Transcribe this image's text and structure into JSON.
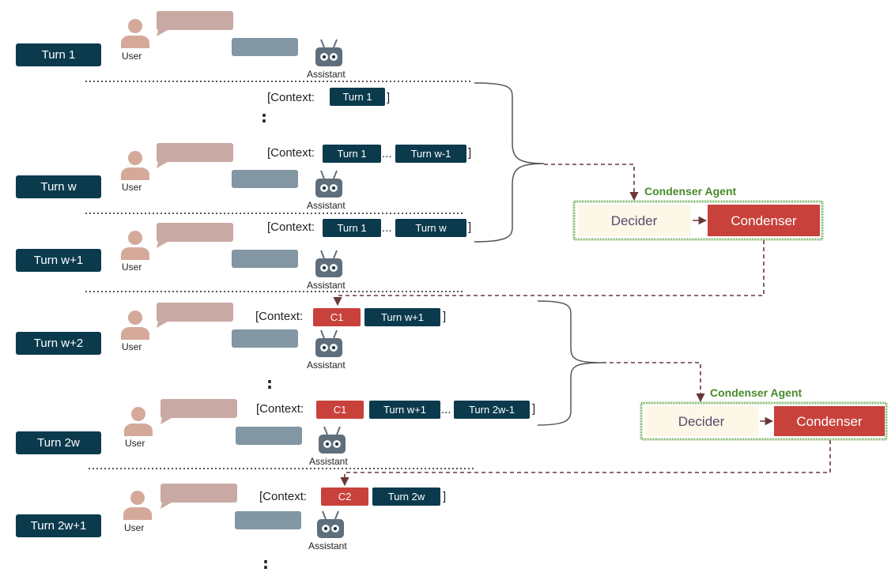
{
  "colors": {
    "navy": "#0b3a4d",
    "red": "#c8413b",
    "user_bubble": "#c9a9a3",
    "assistant_bubble": "#8296a3",
    "person": "#d4a99a",
    "robot": "#5f6e7b",
    "decider_fill": "#fdf7e8",
    "agent_border": "#6aa84f",
    "arrow": "#6b3838"
  },
  "labels": {
    "user": "User",
    "assistant": "Assistant",
    "context_open": "[Context:",
    "context_close": "]",
    "ellipsis": "...",
    "vdots": ":"
  },
  "turns": [
    {
      "label": "Turn 1"
    },
    {
      "label": "Turn w"
    },
    {
      "label": "Turn w+1"
    },
    {
      "label": "Turn w+2"
    },
    {
      "label": "Turn 2w"
    },
    {
      "label": "Turn 2w+1"
    }
  ],
  "contexts": [
    {
      "chips": [
        {
          "text": "Turn 1",
          "kind": "navy"
        }
      ]
    },
    {
      "chips": [
        {
          "text": "Turn 1",
          "kind": "navy"
        },
        {
          "text": "Turn w-1",
          "kind": "navy"
        }
      ]
    },
    {
      "chips": [
        {
          "text": "Turn 1",
          "kind": "navy"
        },
        {
          "text": "Turn w",
          "kind": "navy"
        }
      ]
    },
    {
      "chips": [
        {
          "text": "C1",
          "kind": "red"
        },
        {
          "text": "Turn w+1",
          "kind": "navy"
        }
      ]
    },
    {
      "chips": [
        {
          "text": "C1",
          "kind": "red"
        },
        {
          "text": "Turn w+1",
          "kind": "navy"
        },
        {
          "text": "Turn 2w-1",
          "kind": "navy"
        }
      ]
    },
    {
      "chips": [
        {
          "text": "C2",
          "kind": "red"
        },
        {
          "text": "Turn 2w",
          "kind": "navy"
        }
      ]
    }
  ],
  "agents": [
    {
      "title": "Condenser Agent",
      "decider": "Decider",
      "condenser": "Condenser"
    },
    {
      "title": "Condenser Agent",
      "decider": "Decider",
      "condenser": "Condenser"
    }
  ]
}
